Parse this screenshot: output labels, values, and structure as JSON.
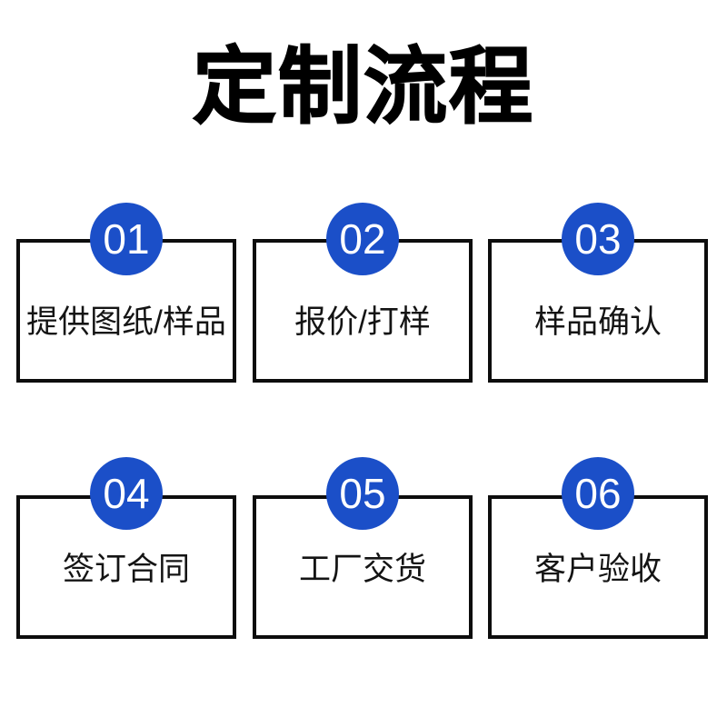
{
  "page": {
    "title": "定制流程",
    "background_color": "#ffffff",
    "accent_color": "#1b4fc8",
    "border_color": "#0d0d0d",
    "text_color": "#141414"
  },
  "steps": [
    {
      "number": "01",
      "label": "提供图纸/样品"
    },
    {
      "number": "02",
      "label": "报价/打样"
    },
    {
      "number": "03",
      "label": "样品确认"
    },
    {
      "number": "04",
      "label": "签订合同"
    },
    {
      "number": "05",
      "label": "工厂交货"
    },
    {
      "number": "06",
      "label": "客户验收"
    }
  ]
}
